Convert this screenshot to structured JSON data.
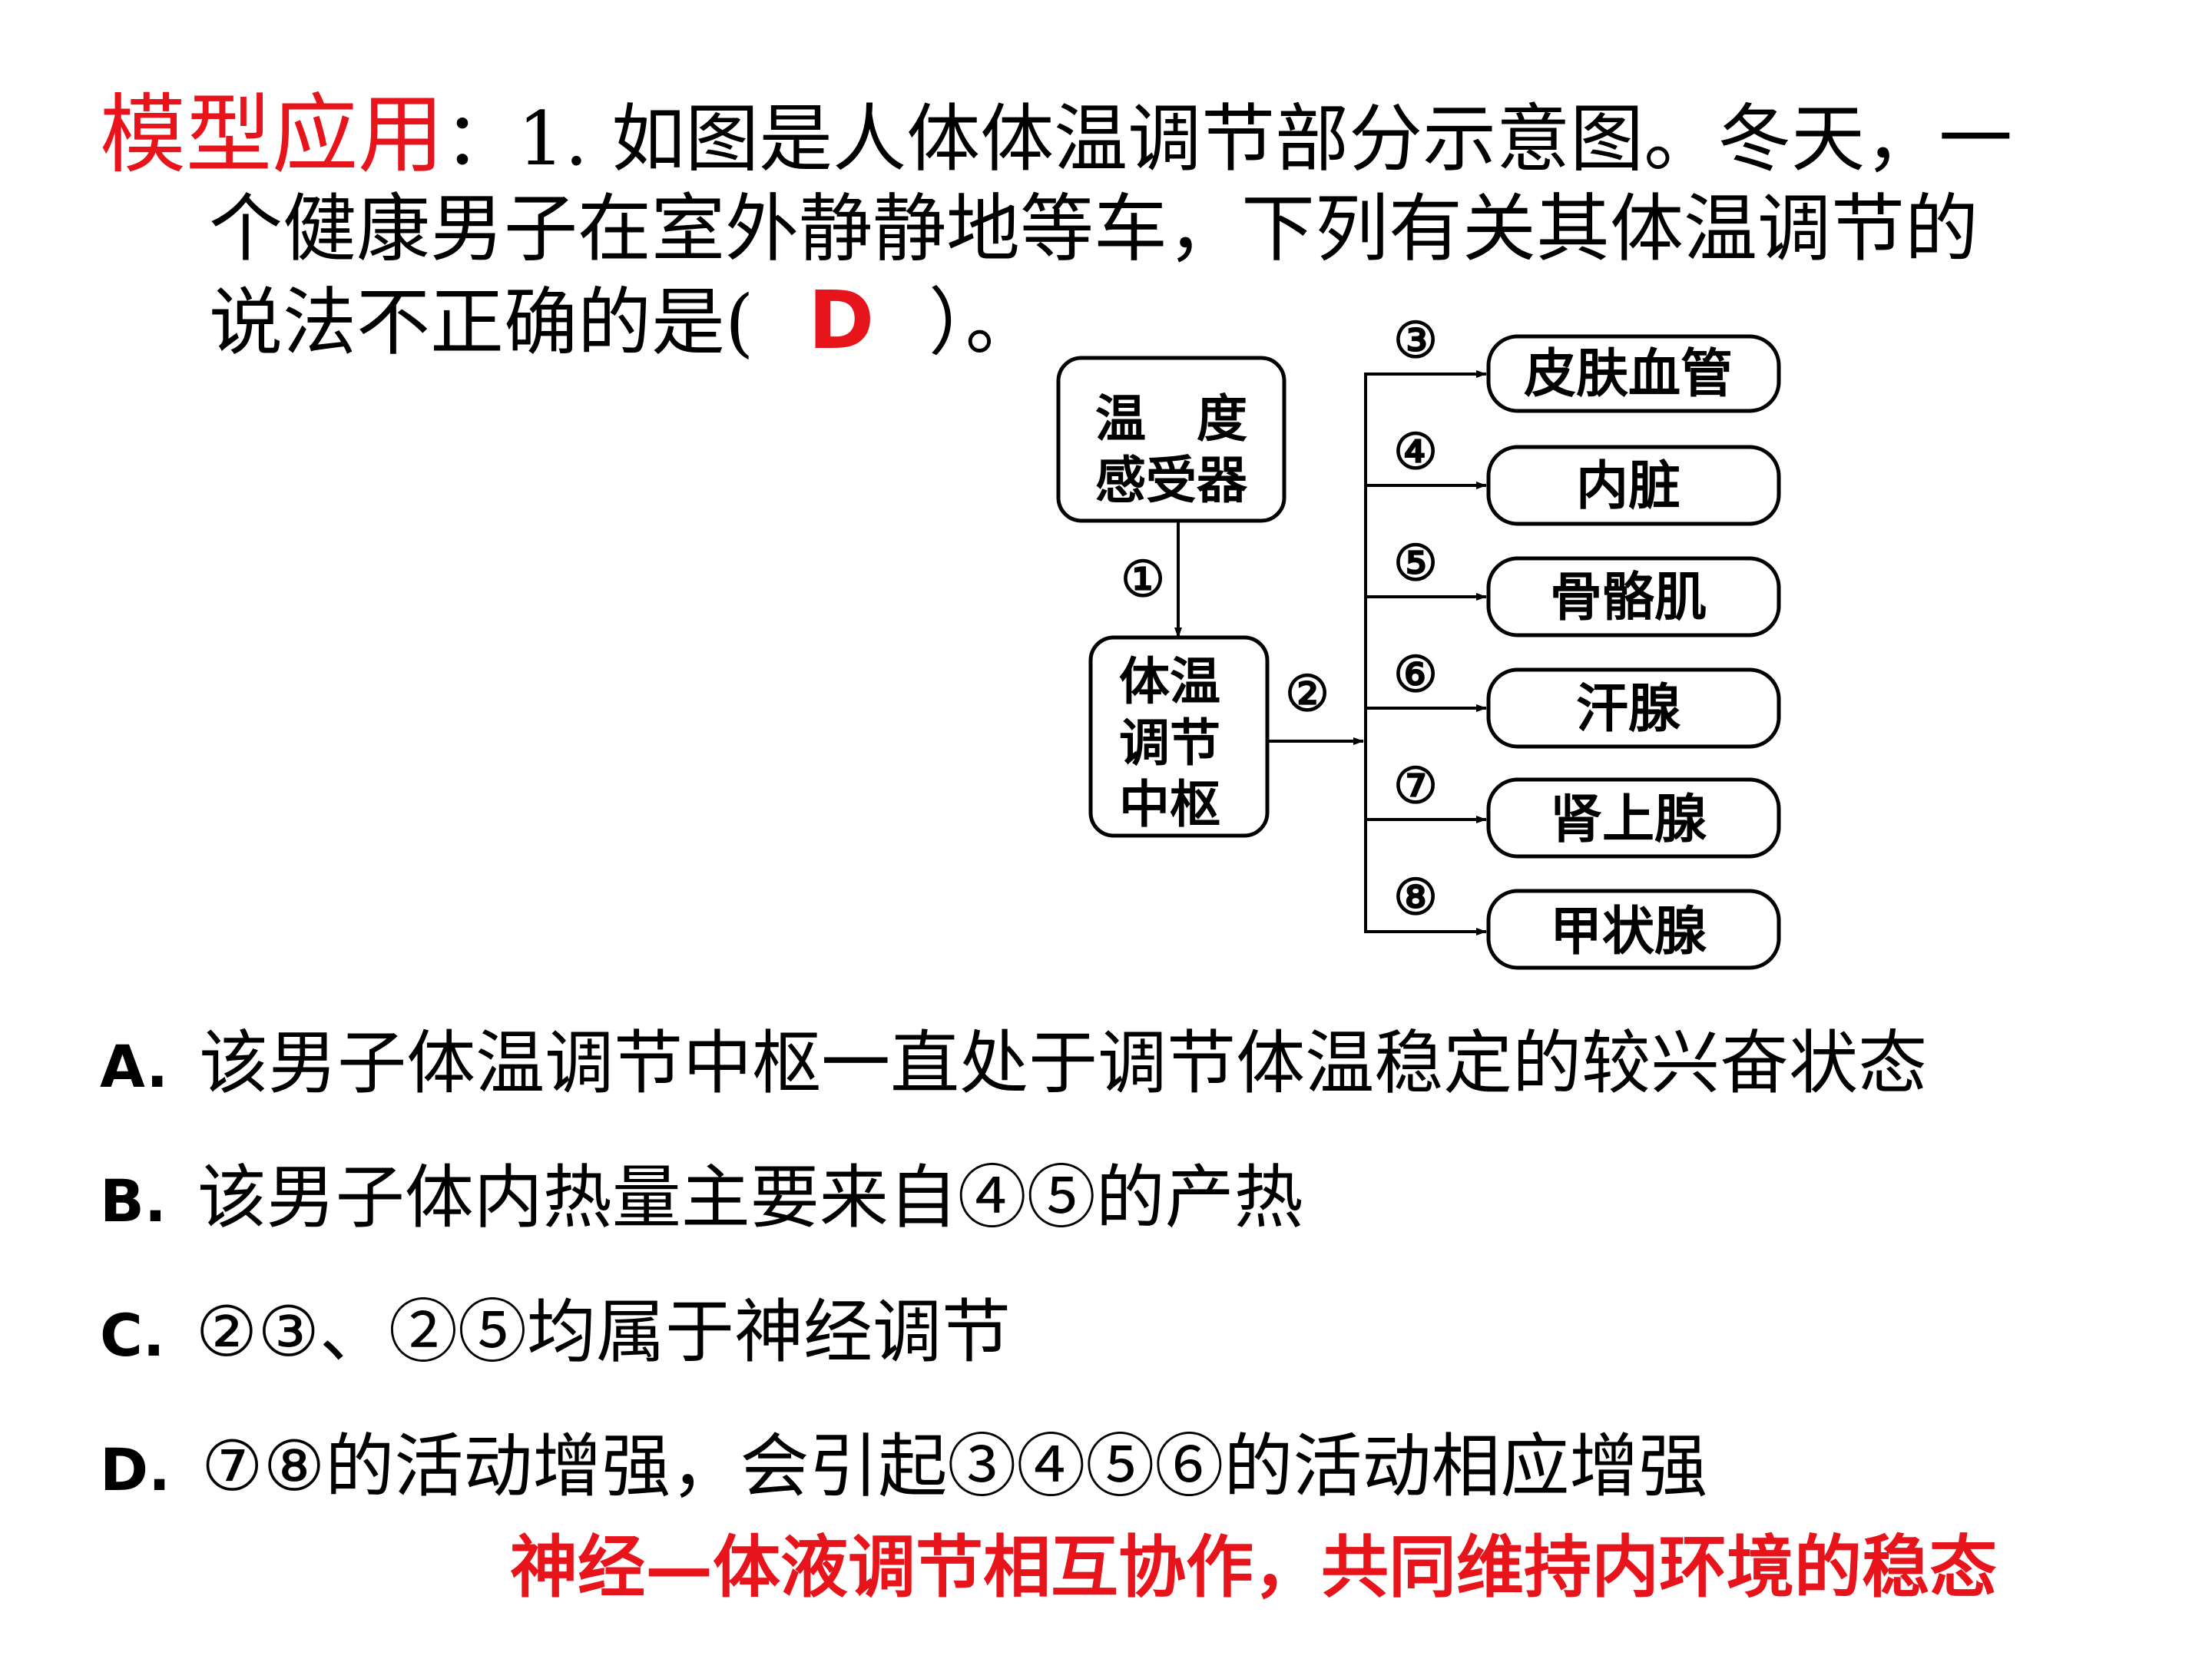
{
  "question": {
    "title": "模型应用",
    "colon": "：",
    "line1": "1. 如图是人体体温调节部分示意图。冬天，一",
    "line2": "个健康男子在室外静静地等车，下列有关其体温调节的",
    "line3_prefix": "说法不正确的是(",
    "answer": "D",
    "line3_suffix": "）。"
  },
  "diagram": {
    "sensor_line1": "温　度",
    "sensor_line2": "感受器",
    "center_line1": "体温",
    "center_line2": "调节",
    "center_line3": "中枢",
    "arrow1": "①",
    "arrow2": "②",
    "targets": [
      {
        "num": "③",
        "label": "皮肤血管"
      },
      {
        "num": "④",
        "label": "内脏"
      },
      {
        "num": "⑤",
        "label": "骨骼肌"
      },
      {
        "num": "⑥",
        "label": "汗腺"
      },
      {
        "num": "⑦",
        "label": "肾上腺"
      },
      {
        "num": "⑧",
        "label": "甲状腺"
      }
    ]
  },
  "options": [
    {
      "letter": "A.",
      "text": "该男子体温调节中枢一直处于调节体温稳定的较兴奋状态"
    },
    {
      "letter": "B.",
      "text": "该男子体内热量主要来自④⑤的产热"
    },
    {
      "letter": "C.",
      "text": "②③、②⑤均属于神经调节"
    },
    {
      "letter": "D.",
      "text": "⑦⑧的活动增强，会引起③④⑤⑥的活动相应增强"
    }
  ],
  "summary": "神经—体液调节相互协作，共同维持内环境的稳态",
  "colors": {
    "accent": "#e8141c",
    "text": "#000000"
  }
}
